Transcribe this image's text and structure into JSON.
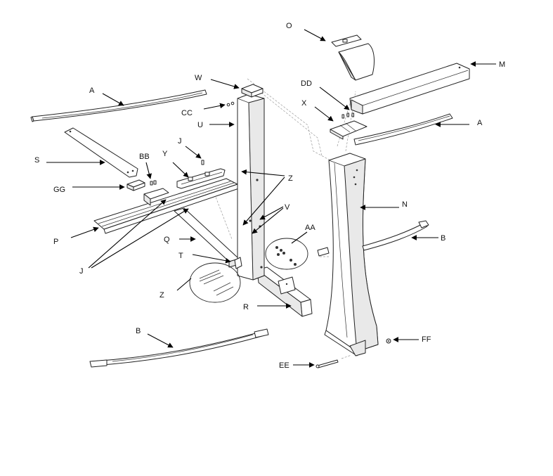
{
  "labels": {
    "O": "O",
    "M": "M",
    "W": "W",
    "DD": "DD",
    "A_top": "A",
    "A_right": "A",
    "CC": "CC",
    "X": "X",
    "U": "U",
    "J_top": "J",
    "S": "S",
    "Y": "Y",
    "BB": "BB",
    "Z_right": "Z",
    "GG": "GG",
    "N": "N",
    "V": "V",
    "AA": "AA",
    "P": "P",
    "Q": "Q",
    "B_right": "B",
    "T": "T",
    "J_bottom": "J",
    "Z_circle": "Z",
    "R": "R",
    "B_bottom": "B",
    "FF": "FF",
    "EE": "EE"
  },
  "colors": {
    "line": "#222222",
    "fill": "#ffffff",
    "shade": "#e9e9e9",
    "leader": "#000000"
  }
}
